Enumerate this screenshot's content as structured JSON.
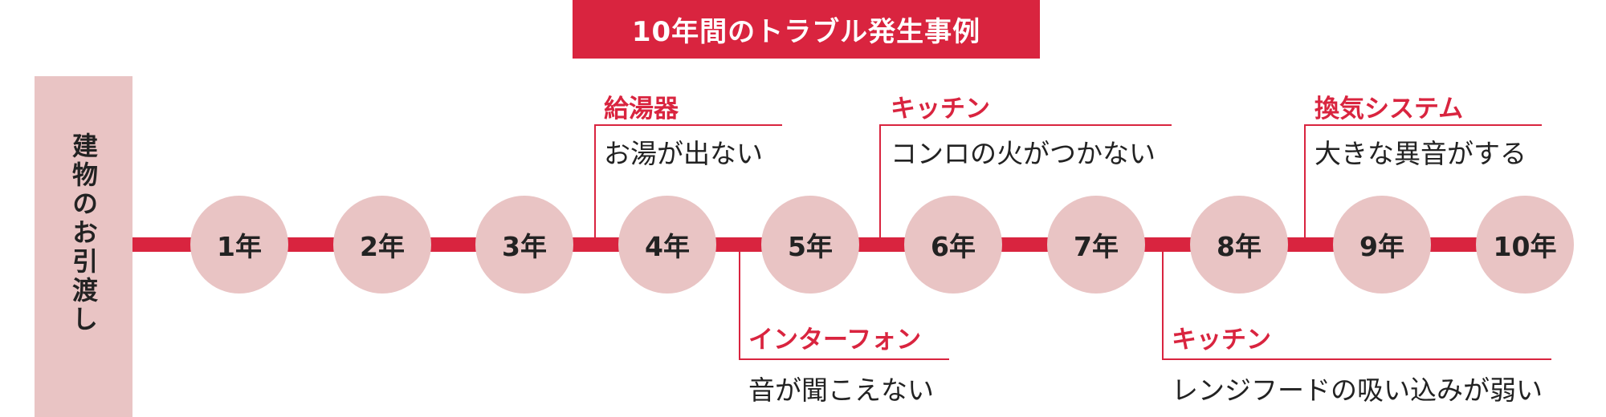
{
  "title": "10年間のトラブル発生事例",
  "side_label": "建物のお引渡し",
  "years": [
    "1年",
    "2年",
    "3年",
    "4年",
    "5年",
    "6年",
    "7年",
    "8年",
    "9年",
    "10年"
  ],
  "events_above": [
    {
      "category": "給湯器",
      "description": "お湯が出ない"
    },
    {
      "category": "キッチン",
      "description": "コンロの火がつかない"
    },
    {
      "category": "換気システム",
      "description": "大きな異音がする"
    }
  ],
  "events_below": [
    {
      "category": "インターフォン",
      "description": "音が聞こえない"
    },
    {
      "category": "キッチン",
      "description": "レンジフードの吸い込みが弱い"
    }
  ],
  "colors": {
    "accent": "#d9243f",
    "circle": "#e9c4c4",
    "text": "#222222"
  }
}
